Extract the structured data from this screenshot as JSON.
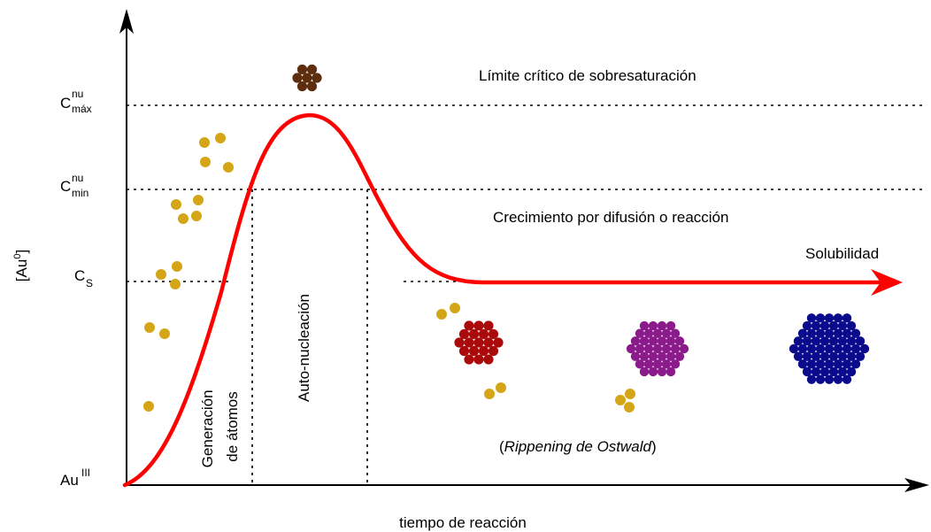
{
  "title": "",
  "axes": {
    "y_label_base": "[Au",
    "y_label_sup": "0",
    "y_label_close": "]",
    "x_label": "tiempo de reacción"
  },
  "y_levels": {
    "c_max": {
      "base": "C",
      "sup": "nu",
      "sub": "máx"
    },
    "c_min": {
      "base": "C",
      "sup": "nu",
      "sub": "min"
    },
    "c_s": {
      "base": "C",
      "sub": "S"
    },
    "au_iii": {
      "base": "Au",
      "sup": "III"
    }
  },
  "annotations": {
    "critical_limit": "Límite crítico de sobresaturación",
    "growth": "Crecimiento por difusión o reacción",
    "solubility": "Solubilidad",
    "generation_line1": "Generación",
    "generation_line2": "de átomos",
    "auto_nucleation": "Auto-nucleación",
    "ripening_open": "(",
    "ripening_italic": "Rippening de Ostwald",
    "ripening_close": ")"
  },
  "colors": {
    "curve": "#ff0000",
    "atoms": "#d4a516",
    "nucleus": "#5c2e0e",
    "cluster_small": "#aa0a0a",
    "cluster_medium": "#8b1a8b",
    "cluster_large": "#0a0a8c"
  }
}
